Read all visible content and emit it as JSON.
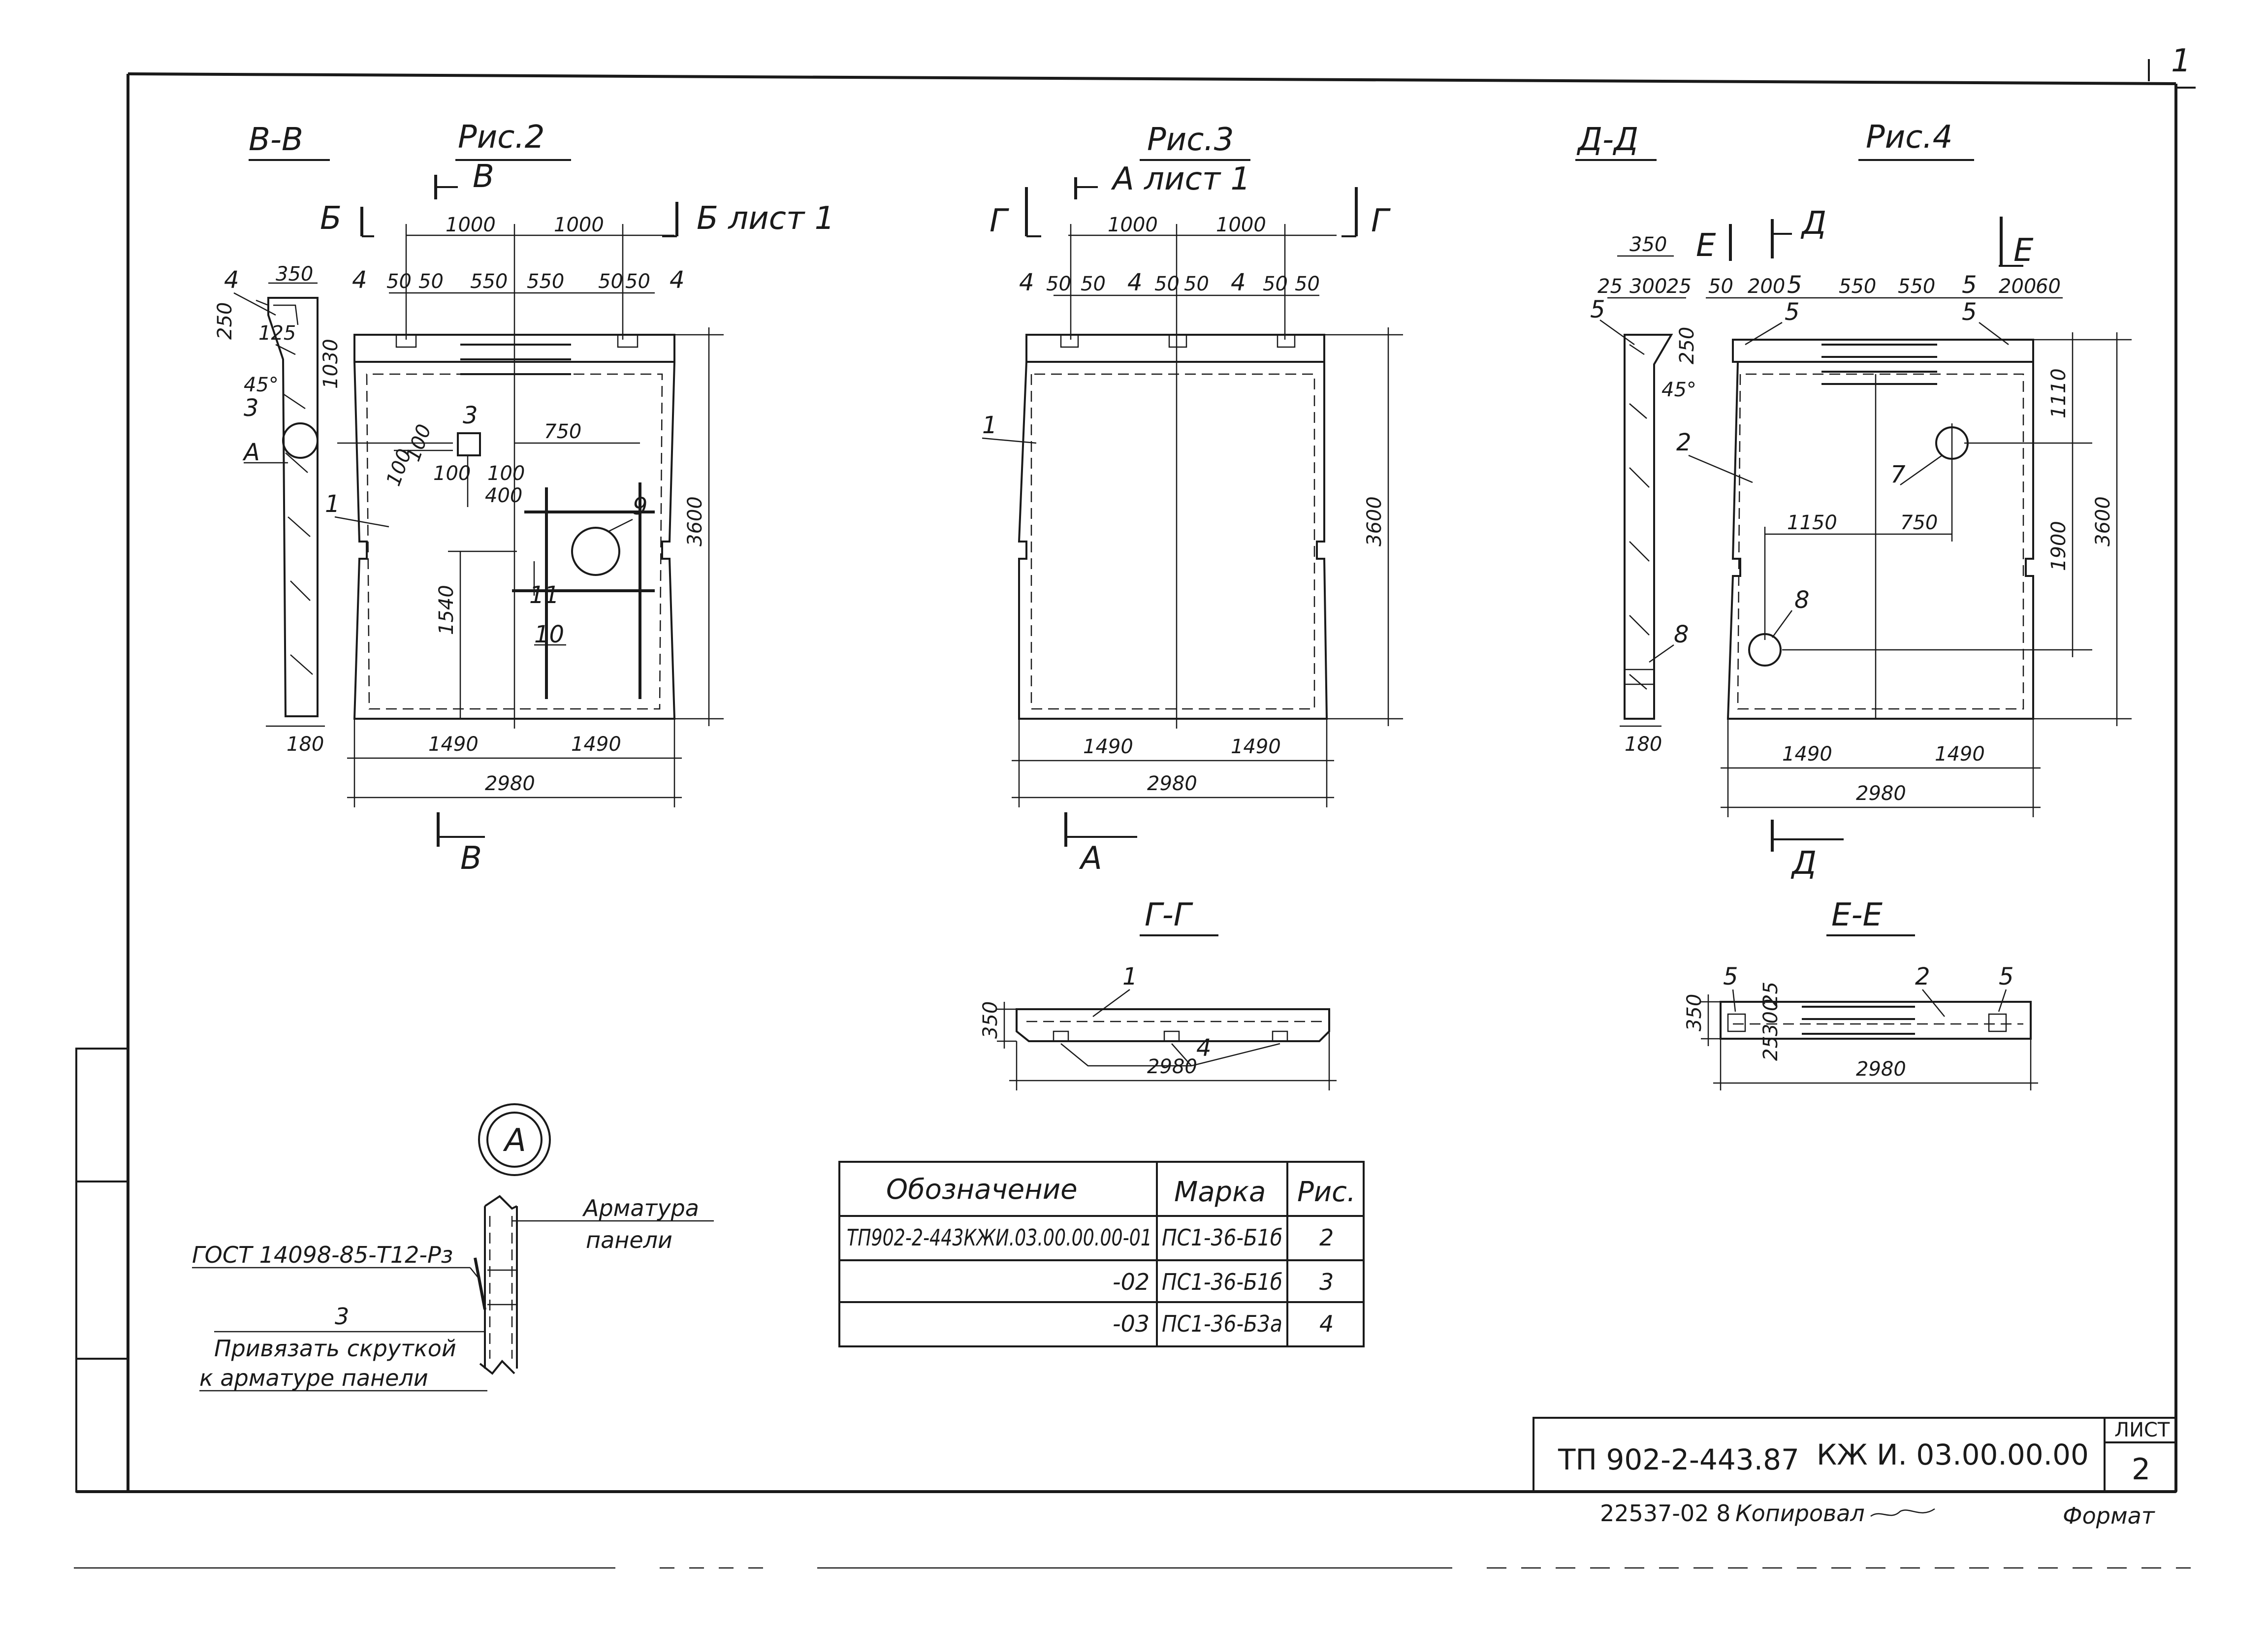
{
  "sheet": {
    "corner_mark": "1"
  },
  "fig2": {
    "section_title": "В-В",
    "title": "Рис.2",
    "cut_labels": {
      "top_mark": "В",
      "left": "Б",
      "right": "Б лист 1",
      "bottom_mark": "В"
    },
    "top_dims": [
      "1000",
      "1000"
    ],
    "top_small_dims": [
      "4",
      "50",
      "50",
      "550",
      "550",
      "50",
      "50",
      "4"
    ],
    "section_dims": {
      "width": "350",
      "d250": "250",
      "d1030": "1030",
      "d125": "125",
      "angle": "45°",
      "bottom": "180"
    },
    "callouts": [
      "4",
      "4",
      "3",
      "A",
      "1",
      "3",
      "9",
      "11",
      "10"
    ],
    "inner_dims": [
      "100",
      "100",
      "100",
      "100",
      "400",
      "750",
      "1540"
    ],
    "height": "3600",
    "bottom_dims": [
      "1490",
      "1490"
    ],
    "total_width": "2980"
  },
  "fig3": {
    "title": "Рис.3",
    "cut_labels": {
      "left": "Г",
      "right": "Г",
      "top_mark": "А лист 1",
      "bottom_mark": "А"
    },
    "top_dims": [
      "1000",
      "1000"
    ],
    "top_small_dims": [
      "4",
      "50",
      "50",
      "4",
      "50",
      "50",
      "4",
      "50",
      "50"
    ],
    "callouts": [
      "1"
    ],
    "height": "3600",
    "bottom_dims": [
      "1490",
      "1490"
    ],
    "total_width": "2980"
  },
  "fig4": {
    "section_title": "Д-Д",
    "title": "Рис.4",
    "cut_labels": {
      "left": "Е",
      "right": "Е",
      "top_mark": "Д",
      "bottom_mark": "Д"
    },
    "top_small_dims": [
      "50",
      "200",
      "5",
      "550",
      "550",
      "5",
      "200",
      "60"
    ],
    "section_dims": {
      "width": "350",
      "d25a": "25",
      "d300": "300",
      "d25b": "25",
      "d250": "250",
      "angle": "45°",
      "bottom": "180"
    },
    "callouts": [
      "5",
      "5",
      "5",
      "2",
      "7",
      "8",
      "8"
    ],
    "inner_dims": [
      "1150",
      "750",
      "1110",
      "1900"
    ],
    "height": "3600",
    "bottom_dims": [
      "1490",
      "1490"
    ],
    "total_width": "2980"
  },
  "section_gg": {
    "title": "Г-Г",
    "callouts": [
      "1",
      "4"
    ],
    "height": "350",
    "width": "2980"
  },
  "section_ee": {
    "title": "Е-Е",
    "callouts": [
      "5",
      "2",
      "5"
    ],
    "dims": [
      "350",
      "25",
      "300",
      "25"
    ],
    "width": "2980"
  },
  "detail_a": {
    "badge": "А",
    "label_rebar": "Арматура",
    "label_panel": "панели",
    "gost": "ГОСТ 14098-85-Т12-Рз",
    "item": "3",
    "note_line1": "Привязать скруткой",
    "note_line2": "к арматуре панели"
  },
  "table": {
    "headers": [
      "Обозначение",
      "Марка",
      "Рис."
    ],
    "rows": [
      [
        "ТП902-2-443КЖИ.03.00.00.00-01",
        "ПС1-36-Б1б",
        "2"
      ],
      [
        "-02",
        "ПС1-36-Б1б",
        "3"
      ],
      [
        "-03",
        "ПС1-36-Б3а",
        "4"
      ]
    ]
  },
  "title_block": {
    "project": "ТП 902-2-443.87",
    "code": "КЖ И. 03.00.00.00",
    "sheet_label": "ЛИСТ",
    "sheet_no": "2"
  },
  "footer": {
    "archive": "22537-02 8",
    "copied_by": "Копировал",
    "format_label": "Формат"
  }
}
